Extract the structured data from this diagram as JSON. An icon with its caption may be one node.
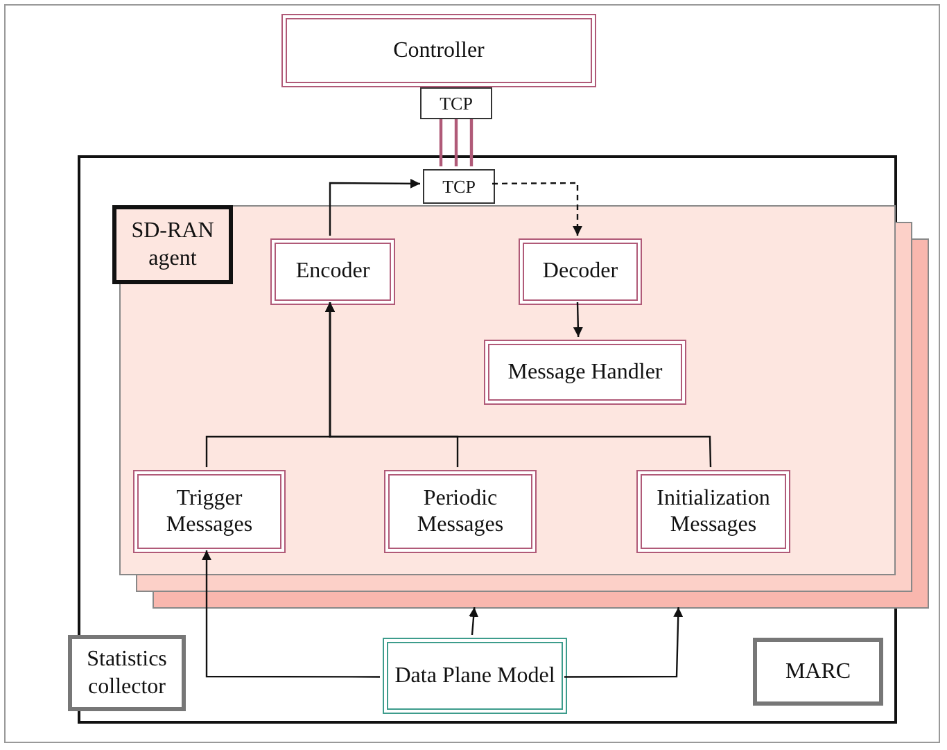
{
  "diagram": {
    "nodes": [
      {
        "text": [
          "Controller"
        ]
      },
      {
        "text": [
          "TCP"
        ]
      },
      {
        "text": [],
        "shape": "box"
      },
      {
        "text": [
          "TCP"
        ],
        "in": 2
      },
      {
        "text": [
          "SD-RAN agent"
        ],
        "in": 2
      },
      {
        "text": [
          "Encoder"
        ],
        "in": 4
      },
      {
        "text": [
          "Decoder"
        ],
        "in": 4
      },
      {
        "text": [
          "Message Handler"
        ],
        "in": 4
      },
      {
        "text": [
          "Trigger Messages"
        ],
        "in": 4
      },
      {
        "text": [
          "Periodic Messages"
        ],
        "in": 4
      },
      {
        "text": [
          "Initialization Messages"
        ],
        "in": 4
      },
      {
        "text": [
          "Statistics collector"
        ]
      },
      {
        "text": [
          "Data Plane Model"
        ],
        "in": 2
      },
      {
        "text": [
          "MARC"
        ],
        "in": 2
      }
    ],
    "edges": [
      {
        "from": 1,
        "to": 3,
        "arrow": "none",
        "color": "#b05a78"
      },
      {
        "from": 5,
        "to": 3,
        "arrow": "to"
      },
      {
        "from": 3,
        "to": 6,
        "arrow": "to",
        "style": "dashed"
      },
      {
        "from": 6,
        "to": 7,
        "arrow": "to"
      },
      {
        "from": 8,
        "to": 5,
        "arrow": "to"
      },
      {
        "from": 9,
        "to": 5,
        "arrow": "to"
      },
      {
        "from": 10,
        "to": 5,
        "arrow": "to"
      },
      {
        "from": 12,
        "to": 8,
        "arrow": "to"
      },
      {
        "from": 12,
        "to": 4,
        "arrow": "to"
      },
      {
        "from": 12,
        "to": 4,
        "arrow": "to"
      }
    ]
  }
}
